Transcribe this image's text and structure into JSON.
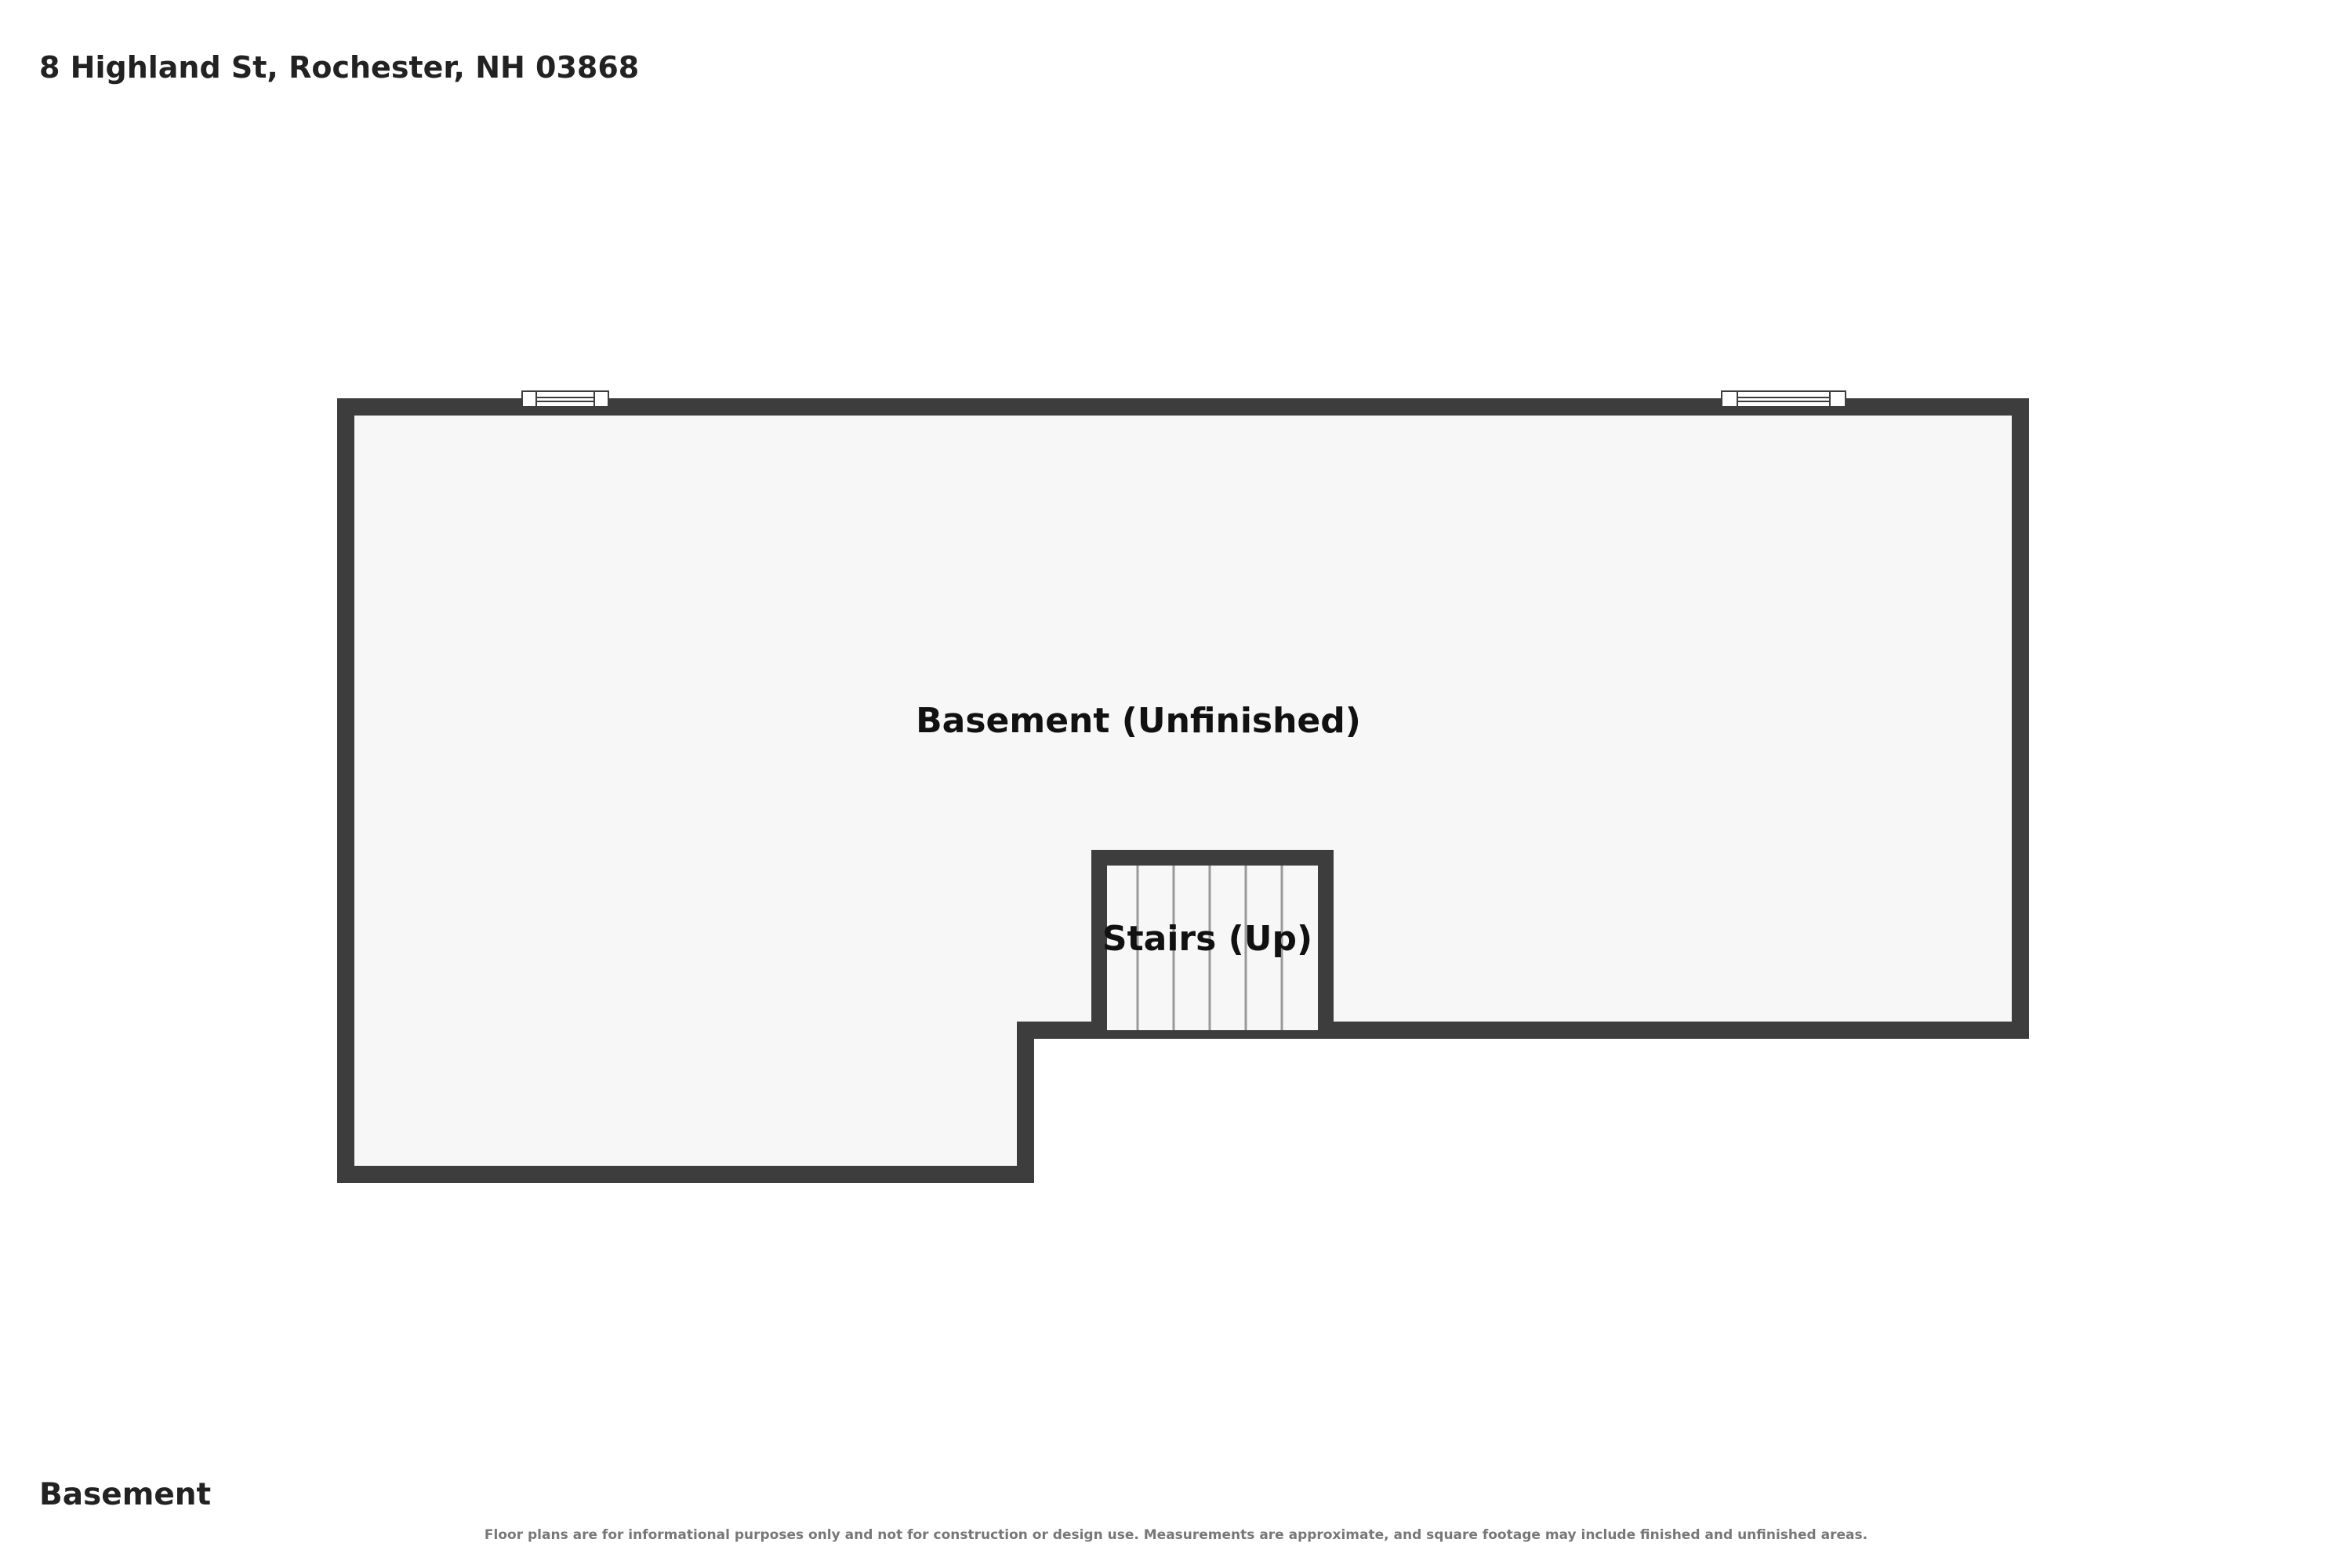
{
  "address": "8 Highland St, Rochester, NH 03868",
  "floor_name": "Basement",
  "disclaimer": "Floor plans are for informational purposes only and not for construction or design use. Measurements are approximate, and square footage may include finished and unfinished areas.",
  "rooms": [
    {
      "label": "Basement (Unfinished)"
    },
    {
      "label": "Stairs (Up)"
    }
  ],
  "colors": {
    "wall": "#3d3d3d",
    "floor": "#f7f7f7",
    "background": "#ffffff",
    "text": "#222222"
  }
}
